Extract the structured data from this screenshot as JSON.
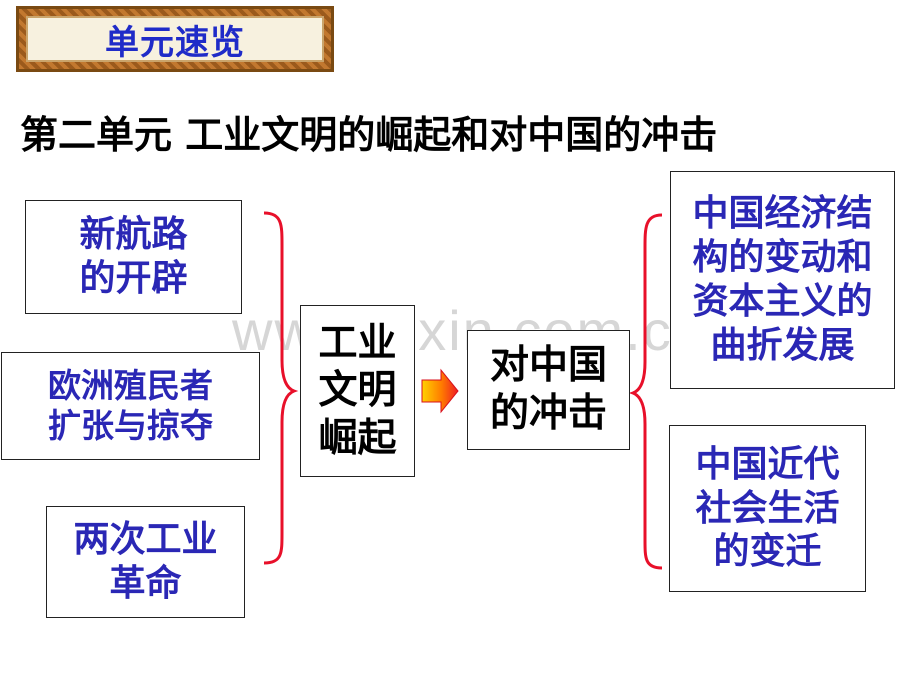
{
  "header_badge": "单元速览",
  "title": "第二单元  工业文明的崛起和对中国的冲击",
  "watermark": "www.zixin.com.cn",
  "left_causes": [
    "新航路\n的开辟",
    "欧洲殖民者\n扩张与掠夺",
    "两次工业\n革命"
  ],
  "center_node": "工业\n文明\n崛起",
  "impact_node": "对中国\n的冲击",
  "right_effects": [
    "中国经济结\n构的变动和\n资本主义的\n曲折发展",
    "中国近代\n社会生活\n的变迁"
  ],
  "colors": {
    "text_blue": "#2a27b5",
    "header_blue": "#1f2bc8",
    "brace_red": "#e8102a",
    "arrow_red": "#ee1d24",
    "arrow_yellow": "#ffd200",
    "frame_brown": "#9b5a1c"
  }
}
